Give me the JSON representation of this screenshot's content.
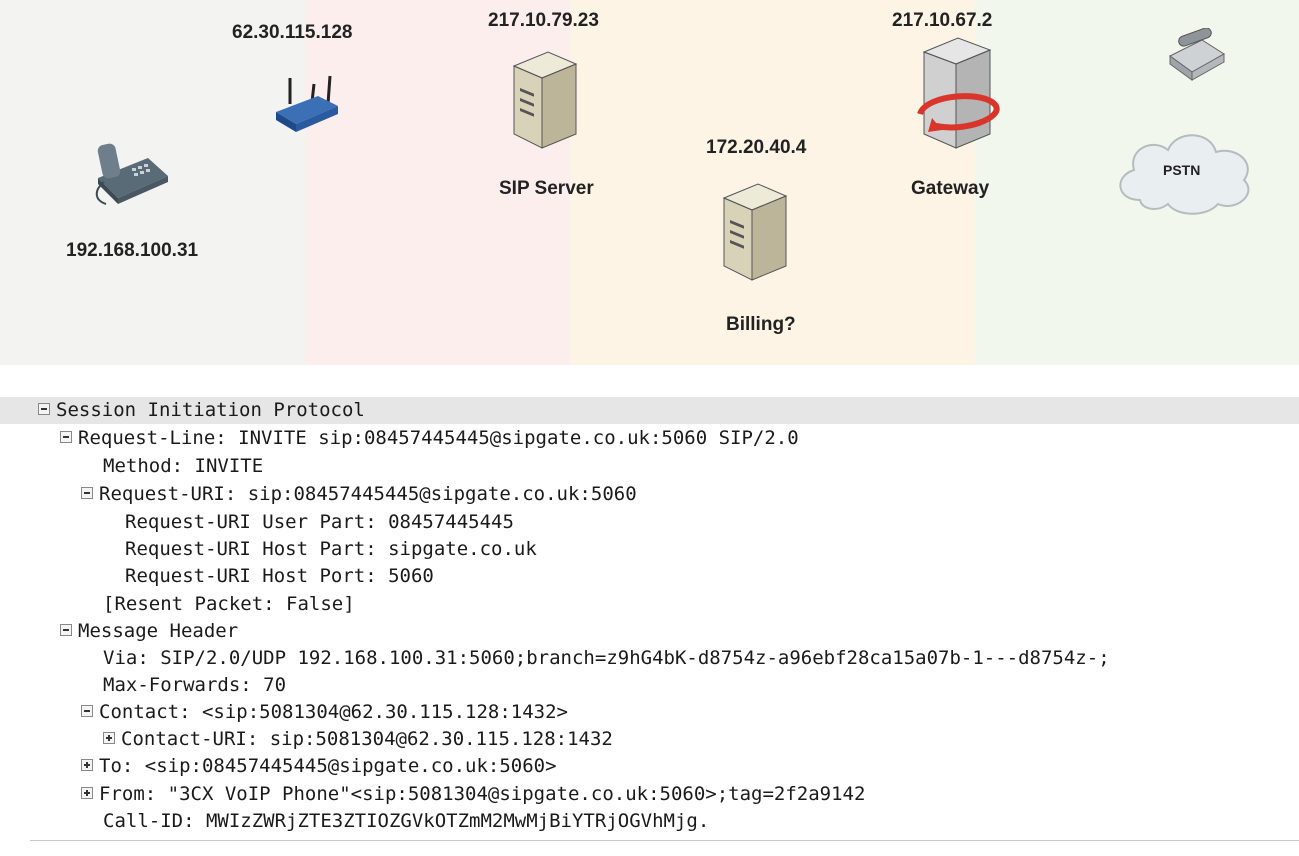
{
  "diagram": {
    "nodes": {
      "phone_ip": "192.168.100.31",
      "router_ip": "62.30.115.128",
      "sip_ip": "217.10.79.23",
      "sip_name": "SIP Server",
      "billing_ip": "172.20.40.4",
      "billing_name": "Billing?",
      "gateway_ip": "217.10.67.2",
      "gateway_name": "Gateway",
      "pstn_name": "PSTN"
    }
  },
  "tree": {
    "rows": [
      "Session Initiation Protocol",
      "Request-Line: INVITE sip:08457445445@sipgate.co.uk:5060 SIP/2.0",
      "Method: INVITE",
      "Request-URI: sip:08457445445@sipgate.co.uk:5060",
      "Request-URI User Part: 08457445445",
      "Request-URI Host Part: sipgate.co.uk",
      "Request-URI Host Port: 5060",
      "[Resent Packet: False]",
      "Message Header",
      "Via: SIP/2.0/UDP 192.168.100.31:5060;branch=z9hG4bK-d8754z-a96ebf28ca15a07b-1---d8754z-;",
      "Max-Forwards: 70",
      "Contact: <sip:5081304@62.30.115.128:1432>",
      "Contact-URI: sip:5081304@62.30.115.128:1432",
      "To: <sip:08457445445@sipgate.co.uk:5060>",
      "From: \"3CX VoIP Phone\"<sip:5081304@sipgate.co.uk:5060>;tag=2f2a9142",
      "Call-ID: MWIzZWRjZTE3ZTIOZGVkOTZmM2MwMjBiYTRjOGVhMjg."
    ]
  }
}
